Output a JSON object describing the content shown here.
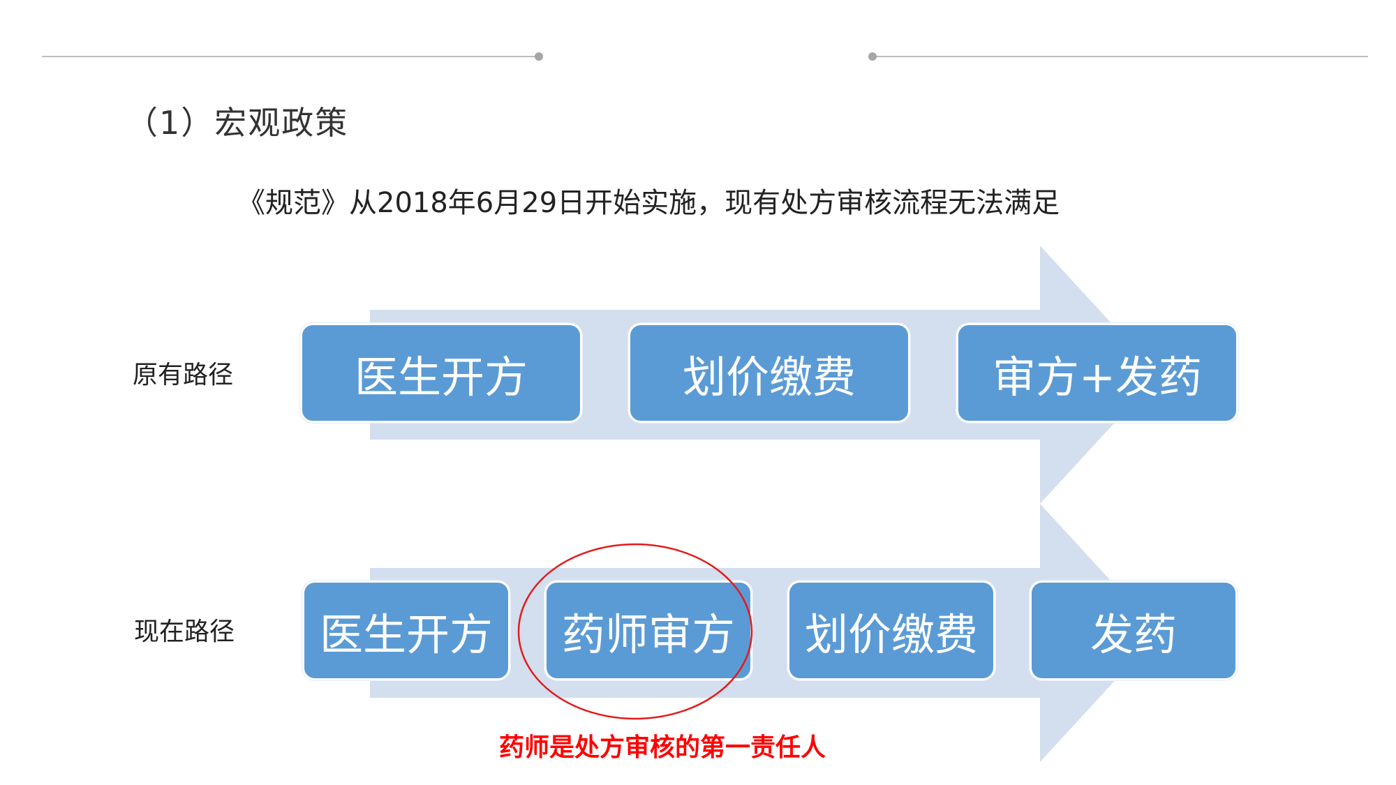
{
  "section_title": "（1）宏观政策",
  "subtitle": "《规范》从2018年6月29日开始实施，现有处方审核流程无法满足",
  "rows": [
    {
      "label": "原有路径",
      "steps": [
        "医生开方",
        "划价缴费",
        "审方+发药"
      ]
    },
    {
      "label": "现在路径",
      "steps": [
        "医生开方",
        "药师审方",
        "划价缴费",
        "发药"
      ]
    }
  ],
  "highlight_note": "药师是处方审核的第一责任人",
  "colors": {
    "box_fill": "#5b9bd5",
    "arrow_fill": "#d3deee",
    "highlight": "#ff0000",
    "rule": "#bdbdbd"
  }
}
